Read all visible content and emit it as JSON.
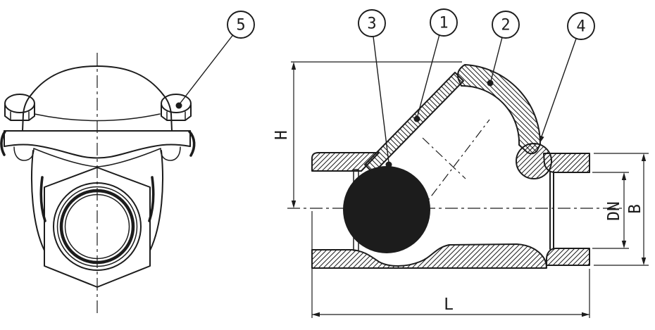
{
  "drawing": {
    "type": "technical-drawing",
    "subject": "ball check valve, front view and sectional view",
    "balloons": [
      {
        "label": "5"
      },
      {
        "label": "3"
      },
      {
        "label": "1"
      },
      {
        "label": "2"
      },
      {
        "label": "4"
      }
    ],
    "dimensions": {
      "height_label": "H",
      "length_label": "L",
      "dn_label": "DN",
      "bore_label": "B"
    },
    "colors": {
      "line": "#1c1c1c",
      "background": "#ffffff",
      "ball_fill": "#1c1c1c"
    }
  }
}
